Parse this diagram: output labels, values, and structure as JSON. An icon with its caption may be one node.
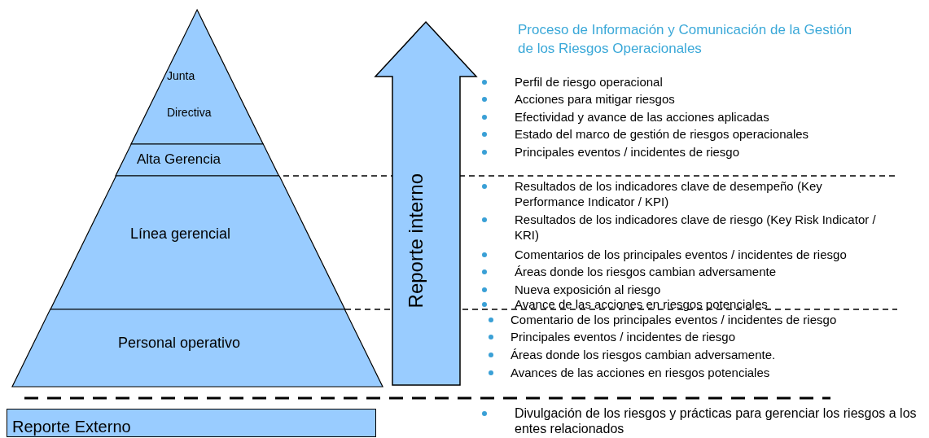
{
  "diagram": {
    "title": "Proceso de Información y Comunicación de la Gestión de los Riesgos Operacionales",
    "nodes": [
      {
        "text": [
          "Junta Directiva"
        ]
      },
      {
        "text": [
          "Alta Gerencia"
        ]
      },
      {
        "text": [
          "Línea gerencial"
        ]
      },
      {
        "text": [
          "Personal operativo"
        ]
      },
      {
        "text": [
          "Reporte interno"
        ]
      },
      {
        "text": [
          "Reporte Externo"
        ]
      }
    ],
    "edges": [],
    "labels": [
      "Perfil de riesgo operacional",
      "Acciones para mitigar riesgos",
      "Efectividad y avance de las acciones aplicadas",
      "Estado del marco de gestión de riesgos operacionales",
      "Principales eventos / incidentes de riesgo",
      "Resultados de los indicadores clave de desempeño (Key Performance Indicator / KPI)",
      "Resultados de los indicadores clave de riesgo (Key Risk Indicator / KRI)",
      "Comentarios de los principales eventos / incidentes de riesgo",
      "Áreas donde los riesgos cambian adversamente",
      "Nueva exposición al riesgo",
      "Avance de las acciones en riesgos potenciales",
      "Comentario de los principales eventos / incidentes de riesgo",
      "Principales eventos / incidentes de riesgo",
      "Áreas donde los riesgos cambian adversamente.",
      "Avances de las acciones en riesgos potenciales",
      "Divulgación de los riesgos y prácticas para gerenciar los riesgos a los entes relacionados"
    ]
  }
}
